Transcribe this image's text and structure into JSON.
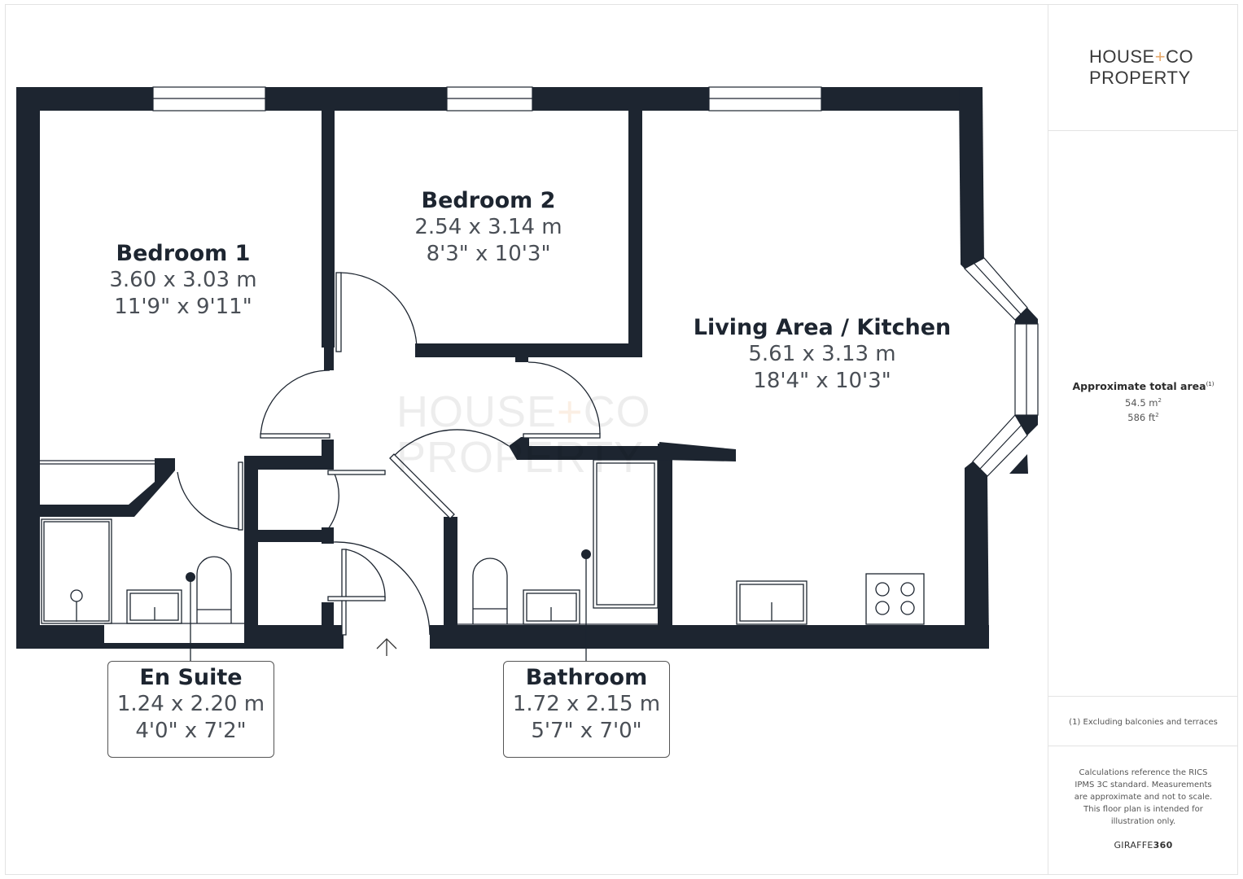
{
  "brand": {
    "line1_a": "HOUSE",
    "line1_plus": "+",
    "line1_b": "CO",
    "line2": "PROPERTY",
    "accent_color": "#e7a96a"
  },
  "summary": {
    "title": "Approximate total area",
    "footnote_marker": "(1)",
    "area_m2": "54.5 m",
    "area_ft2": "586 ft",
    "superscript": "2"
  },
  "footnote": "(1) Excluding balconies and terraces",
  "disclaimer": "Calculations reference the RICS IPMS 3C standard. Measurements are approximate and not to scale. This floor plan is intended for illustration only.",
  "credit": {
    "a": "GIRAFFE",
    "b": "360"
  },
  "rooms": [
    {
      "name": "Bedroom 1",
      "metric": "3.60 x 3.03 m",
      "imperial": "11'9\" x 9'11\""
    },
    {
      "name": "Bedroom 2",
      "metric": "2.54 x 3.14 m",
      "imperial": "8'3\" x 10'3\""
    },
    {
      "name": "Living Area / Kitchen",
      "metric": "5.61 x 3.13 m",
      "imperial": "18'4\" x 10'3\""
    },
    {
      "name": "En Suite",
      "metric": "1.24 x 2.20 m",
      "imperial": "4'0\" x 7'2\""
    },
    {
      "name": "Bathroom",
      "metric": "1.72 x 2.15 m",
      "imperial": "5'7\" x 7'0\""
    }
  ],
  "colors": {
    "wall": "#1d2530",
    "line": "#3a3f45"
  }
}
